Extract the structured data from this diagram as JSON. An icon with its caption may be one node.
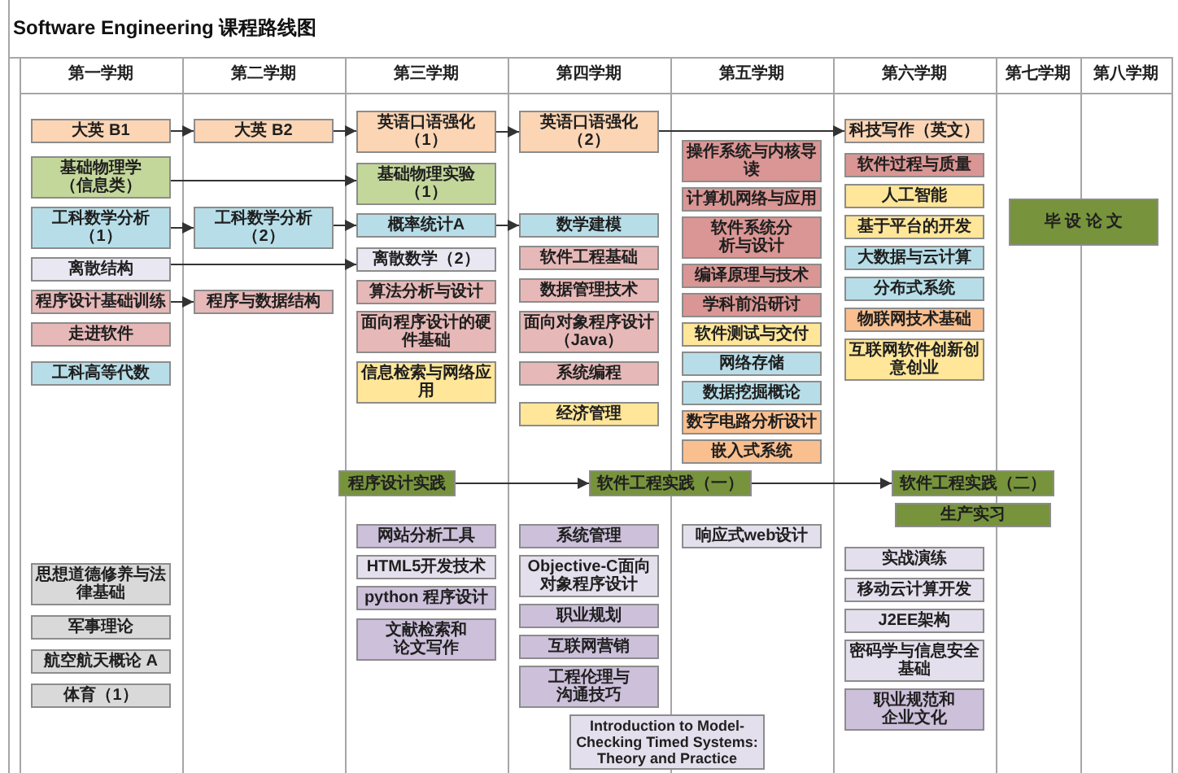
{
  "diagram": {
    "title": "Software Engineering 课程路线图",
    "nodes": [
      {
        "text": [
          "大英 B1"
        ]
      },
      {
        "text": [
          "基础物理学（信息类）"
        ]
      },
      {
        "text": [
          "工科数学分析（1）"
        ]
      },
      {
        "text": [
          "离散结构"
        ]
      },
      {
        "text": [
          "程序设计基础训练"
        ]
      },
      {
        "text": [
          "走进软件"
        ]
      },
      {
        "text": [
          "工科高等代数"
        ]
      },
      {
        "text": [
          "思想道德修养与法律基础"
        ]
      },
      {
        "text": [
          "军事理论"
        ]
      },
      {
        "text": [
          "航空航天概论 A"
        ]
      },
      {
        "text": [
          "体育（1）"
        ]
      },
      {
        "text": [
          "大英 B2"
        ]
      },
      {
        "text": [
          "工科数学分析（2）"
        ]
      },
      {
        "text": [
          "程序与数据结构"
        ]
      },
      {
        "text": [
          "英语口语强化（1）"
        ]
      },
      {
        "text": [
          "基础物理实验（1）"
        ]
      },
      {
        "text": [
          "概率统计A"
        ]
      },
      {
        "text": [
          "离散数学（2）"
        ]
      },
      {
        "text": [
          "算法分析与设计"
        ]
      },
      {
        "text": [
          "面向程序设计的硬件基础"
        ]
      },
      {
        "text": [
          "信息检索与网络应用"
        ]
      },
      {
        "text": [
          "程序设计实践"
        ]
      },
      {
        "text": [
          "网站分析工具"
        ]
      },
      {
        "text": [
          "HTML5开发技术"
        ]
      },
      {
        "text": [
          "python 程序设计"
        ]
      },
      {
        "text": [
          "文献检索和论文写作"
        ]
      },
      {
        "text": [
          "英语口语强化（2）"
        ]
      },
      {
        "text": [
          "数学建模"
        ]
      },
      {
        "text": [
          "软件工程基础"
        ]
      },
      {
        "text": [
          "数据管理技术"
        ]
      },
      {
        "text": [
          "面向对象程序设计（Java）"
        ]
      },
      {
        "text": [
          "系统编程"
        ]
      },
      {
        "text": [
          "经济管理"
        ]
      },
      {
        "text": [
          "系统管理"
        ]
      },
      {
        "text": [
          "Objective-C面向对象程序设计"
        ]
      },
      {
        "text": [
          "职业规划"
        ]
      },
      {
        "text": [
          "互联网营销"
        ]
      },
      {
        "text": [
          "工程伦理与沟通技巧"
        ]
      },
      {
        "text": [
          "Introduction to Model-Checking Timed Systems: Theory and Practice"
        ]
      },
      {
        "text": [
          "操作系统与内核导读"
        ]
      },
      {
        "text": [
          "计算机网络与应用"
        ]
      },
      {
        "text": [
          "软件系统分析与设计"
        ]
      },
      {
        "text": [
          "编译原理与技术"
        ]
      },
      {
        "text": [
          "学科前沿研讨"
        ]
      },
      {
        "text": [
          "软件测试与交付"
        ]
      },
      {
        "text": [
          "网络存储"
        ]
      },
      {
        "text": [
          "数据挖掘概论"
        ]
      },
      {
        "text": [
          "数字电路分析设计"
        ]
      },
      {
        "text": [
          "嵌入式系统"
        ]
      },
      {
        "text": [
          "软件工程实践（一）"
        ]
      },
      {
        "text": [
          "响应式web设计"
        ]
      },
      {
        "text": [
          "科技写作（英文）"
        ]
      },
      {
        "text": [
          "软件过程与质量"
        ]
      },
      {
        "text": [
          "人工智能"
        ]
      },
      {
        "text": [
          "基于平台的开发"
        ]
      },
      {
        "text": [
          "大数据与云计算"
        ]
      },
      {
        "text": [
          "分布式系统"
        ]
      },
      {
        "text": [
          "物联网技术基础"
        ]
      },
      {
        "text": [
          "互联网软件创新创意创业"
        ]
      },
      {
        "text": [
          "软件工程实践（二）"
        ]
      },
      {
        "text": [
          "生产实习"
        ]
      },
      {
        "text": [
          "实战演练"
        ]
      },
      {
        "text": [
          "移动云计算开发"
        ]
      },
      {
        "text": [
          "J2EE架构"
        ]
      },
      {
        "text": [
          "密码学与信息安全基础"
        ]
      },
      {
        "text": [
          "职业规范和企业文化"
        ]
      },
      {
        "text": [
          "毕 设 论 文"
        ]
      }
    ],
    "edges": [
      {
        "from": 0,
        "to": 11,
        "arrow": "to"
      },
      {
        "from": 11,
        "to": 14,
        "arrow": "to"
      },
      {
        "from": 14,
        "to": 26,
        "arrow": "to"
      },
      {
        "from": 26,
        "to": 51,
        "arrow": "to"
      },
      {
        "from": 1,
        "to": 15,
        "arrow": "to"
      },
      {
        "from": 2,
        "to": 12,
        "arrow": "to"
      },
      {
        "from": 12,
        "to": 16,
        "arrow": "to"
      },
      {
        "from": 16,
        "to": 27,
        "arrow": "to"
      },
      {
        "from": 3,
        "to": 17,
        "arrow": "to"
      },
      {
        "from": 4,
        "to": 13,
        "arrow": "to"
      },
      {
        "from": 21,
        "to": 49,
        "arrow": "to"
      },
      {
        "from": 49,
        "to": 59,
        "arrow": "to"
      }
    ],
    "labels": [
      "第一学期",
      "第二学期",
      "第三学期",
      "第四学期",
      "第五学期",
      "第六学期",
      "第七学期",
      "第八学期"
    ]
  }
}
